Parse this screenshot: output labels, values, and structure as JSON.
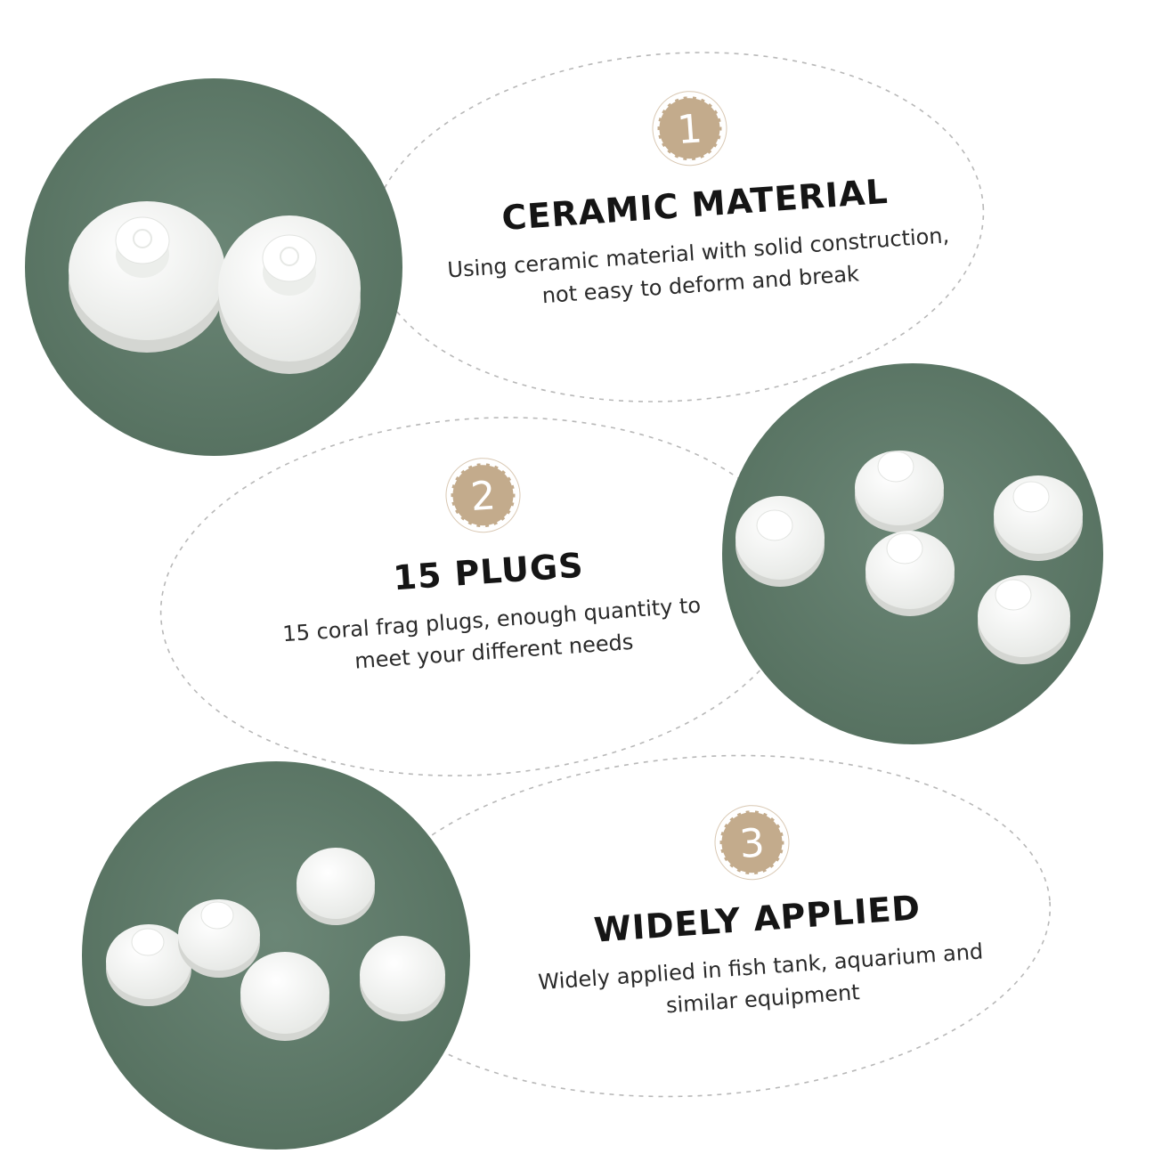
{
  "features": [
    {
      "number": "1",
      "title": "CERAMIC MATERIAL",
      "desc_line1": "Using ceramic material with solid construction,",
      "desc_line2": "not easy to deform and break"
    },
    {
      "number": "2",
      "title": "15 PLUGS",
      "desc_line1": "15 coral frag plugs, enough quantity to",
      "desc_line2": "meet your different needs"
    },
    {
      "number": "3",
      "title": "WIDELY APPLIED",
      "desc_line1": "Widely applied in fish tank, aquarium and",
      "desc_line2": "similar equipment"
    }
  ],
  "colors": {
    "photo_background": "#5d7868",
    "plug": "#f4f4f2",
    "badge": "#c3ab8c",
    "heading_text": "#151515"
  }
}
